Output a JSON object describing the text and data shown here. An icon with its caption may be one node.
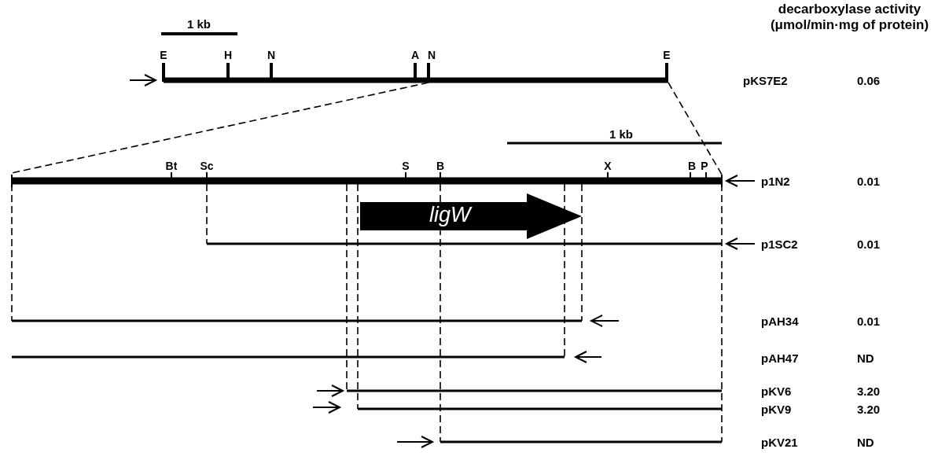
{
  "diagram": {
    "nodes": [
      {
        "text": [
          "ligW"
        ]
      }
    ],
    "labels": [
      "1 kb",
      "decarboxylase activity (μmol/min·mg of protein)",
      "E",
      "H",
      "N",
      "A",
      "N",
      "E",
      "pKS7E2",
      "0.06",
      "1 kb",
      "Bt",
      "Sc",
      "S",
      "B",
      "X",
      "B",
      "P",
      "p1N2",
      "0.01",
      "p1SC2",
      "0.01",
      "pAH34",
      "0.01",
      "pAH47",
      "ND",
      "pKV6",
      "3.20",
      "pKV9",
      "3.20",
      "pKV21",
      "ND"
    ]
  }
}
